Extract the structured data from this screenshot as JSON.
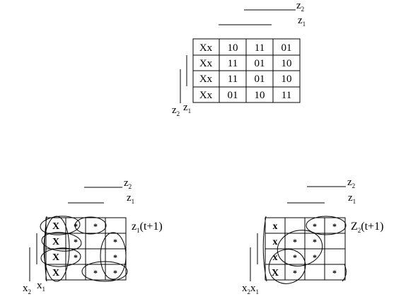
{
  "top": {
    "z2_label": {
      "main": "z",
      "sub": "2"
    },
    "z1_label": {
      "main": "z",
      "sub": "1"
    },
    "side_z2": {
      "main": "z",
      "sub": "2"
    },
    "side_z1": {
      "main": "z",
      "sub": "1"
    },
    "rows": [
      [
        "Xx",
        "10",
        "11",
        "01"
      ],
      [
        "Xx",
        "11",
        "01",
        "10"
      ],
      [
        "Xx",
        "11",
        "01",
        "10"
      ],
      [
        "Xx",
        "01",
        "10",
        "11"
      ]
    ]
  },
  "left_map": {
    "top_z2": {
      "main": "z",
      "sub": "2"
    },
    "top_z1": {
      "main": "z",
      "sub": "1"
    },
    "title": {
      "main": "z",
      "sub": "1",
      "suffix": "(t+1)"
    },
    "side_x2": {
      "main": "x",
      "sub": "2"
    },
    "side_x1": {
      "main": "x",
      "sub": "1"
    },
    "cells": [
      [
        "X",
        "*",
        "*",
        ""
      ],
      [
        "X",
        "*",
        "",
        "*"
      ],
      [
        "X",
        "*",
        "",
        "*"
      ],
      [
        "X",
        "",
        "*",
        "*"
      ]
    ]
  },
  "right_map": {
    "top_z2": {
      "main": "z",
      "sub": "2"
    },
    "top_z1": {
      "main": "z",
      "sub": "1"
    },
    "title": {
      "main": "Z",
      "sub": "2",
      "suffix": "(t+1)"
    },
    "side_x2x1": {
      "main1": "x",
      "sub1": "2",
      "main2": "x",
      "sub2": "1"
    },
    "cells": [
      [
        "x",
        "",
        "*",
        "*"
      ],
      [
        "x",
        "*",
        "*",
        ""
      ],
      [
        "x",
        "*",
        "*",
        ""
      ],
      [
        "X",
        "*",
        "",
        "*"
      ]
    ]
  }
}
